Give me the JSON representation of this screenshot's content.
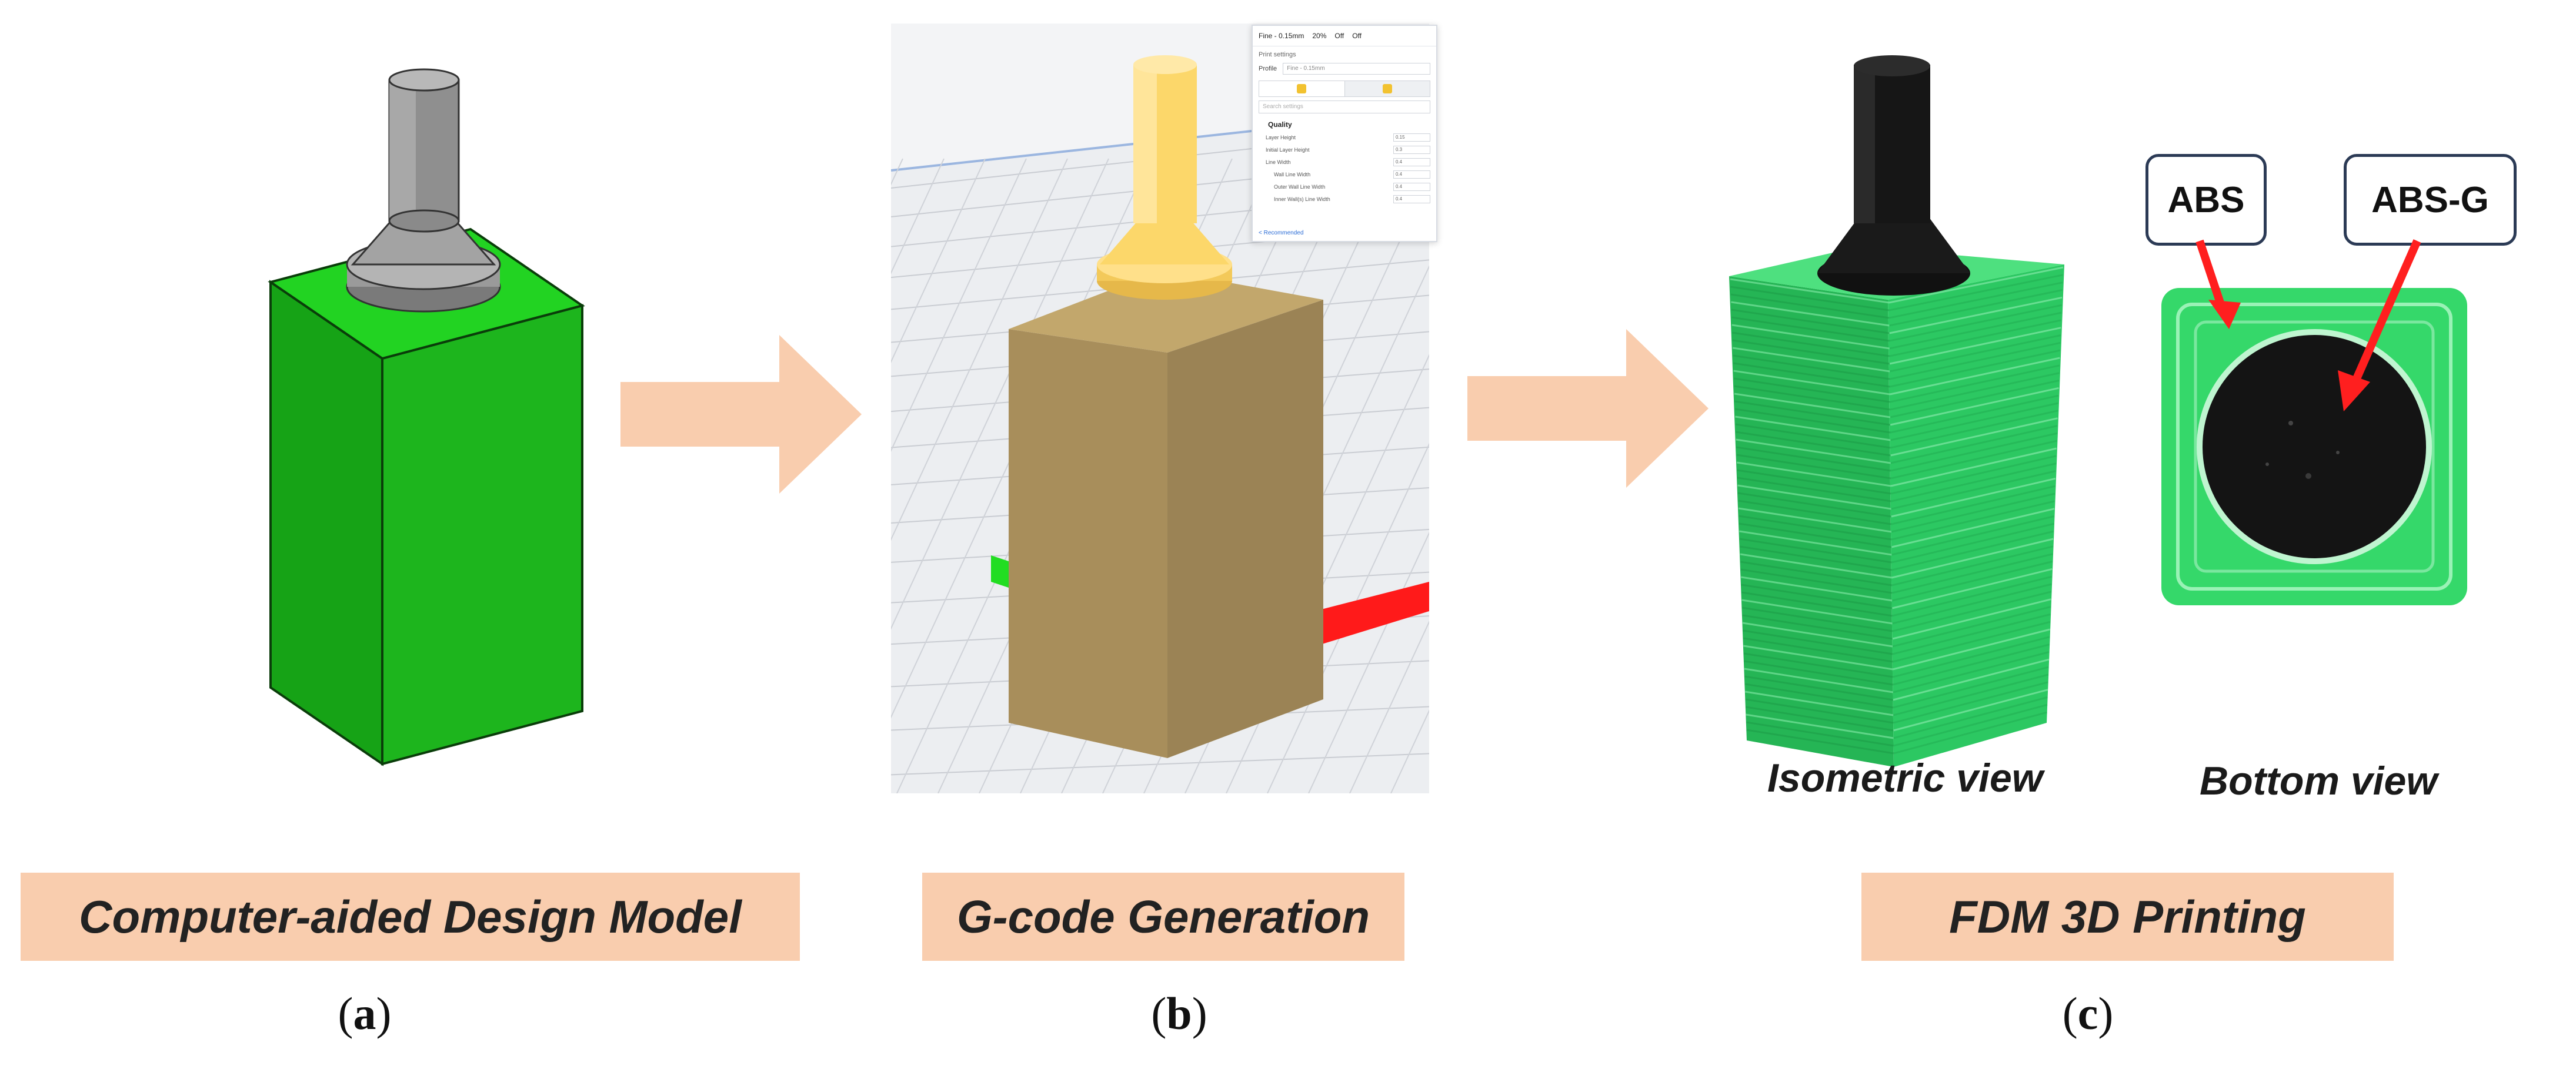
{
  "panels": [
    {
      "id": "a",
      "banner": "Computer-aided Design Model",
      "caption_letter": "a"
    },
    {
      "id": "b",
      "banner": "G-code Generation",
      "caption_letter": "b"
    },
    {
      "id": "c",
      "banner": "FDM 3D Printing",
      "caption_letter": "c"
    }
  ],
  "views": {
    "isometric": "Isometric view",
    "bottom": "Bottom view"
  },
  "callouts": {
    "abs": "ABS",
    "abs_g": "ABS-G"
  },
  "slicer": {
    "top": {
      "material": "Fine - 0.15mm",
      "infill": "20%",
      "support": "Off",
      "adhesion": "Off"
    },
    "title": "Print settings",
    "profile_label": "Profile",
    "profile_value": "Fine - 0.15mm",
    "search_placeholder": "Search settings",
    "section": "Quality",
    "rows": [
      {
        "label": "Layer Height",
        "value": "0.15"
      },
      {
        "label": "Initial Layer Height",
        "value": "0.3"
      },
      {
        "label": "Line Width",
        "value": "0.4"
      },
      {
        "label": "Wall Line Width",
        "value": "0.4"
      },
      {
        "label": "Outer Wall Line Width",
        "value": "0.4"
      },
      {
        "label": "Inner Wall(s) Line Width",
        "value": "0.4"
      }
    ],
    "footer": "< Recommended"
  },
  "colors": {
    "banner": "#f9cdae",
    "arrow": "#f9cdae",
    "cad_green": "#16b316",
    "slicer_body": "#b79b5f",
    "slicer_nozzle": "#fcd76a",
    "print_green": "#27c55a",
    "callout_border": "#2b3a55",
    "pointer": "#ff1f1f"
  }
}
